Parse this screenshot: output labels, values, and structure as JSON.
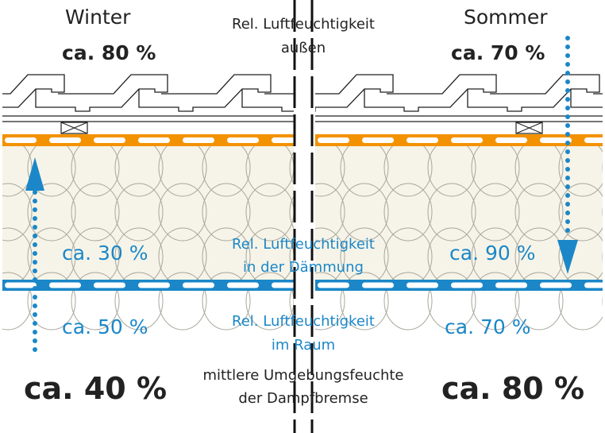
{
  "colors": {
    "blue": "#1b87c8",
    "orange": "#f39200",
    "insulation": "#f6f4e8",
    "line": "#222222"
  },
  "winter": {
    "title": "Winter",
    "outside": "ca. 80 %",
    "insulation": "ca. 30 %",
    "room": "ca. 50 %",
    "membrane": "ca. 40 %"
  },
  "summer": {
    "title": "Sommer",
    "outside": "ca. 70 %",
    "insulation": "ca. 90 %",
    "room": "ca. 70 %",
    "membrane": "ca. 80 %"
  },
  "labels": {
    "outside_1": "Rel. Luftfeuchtigkeit",
    "outside_2": "außen",
    "insulation_1": "Rel. Luftfeuchtigkeit",
    "insulation_2": "in der Dämmung",
    "room_1": "Rel. Luftfeuchtigkeit",
    "room_2": "im Raum",
    "membrane_1": "mittlere Umgebungsfeuchte",
    "membrane_2": "der Dampfbremse"
  }
}
